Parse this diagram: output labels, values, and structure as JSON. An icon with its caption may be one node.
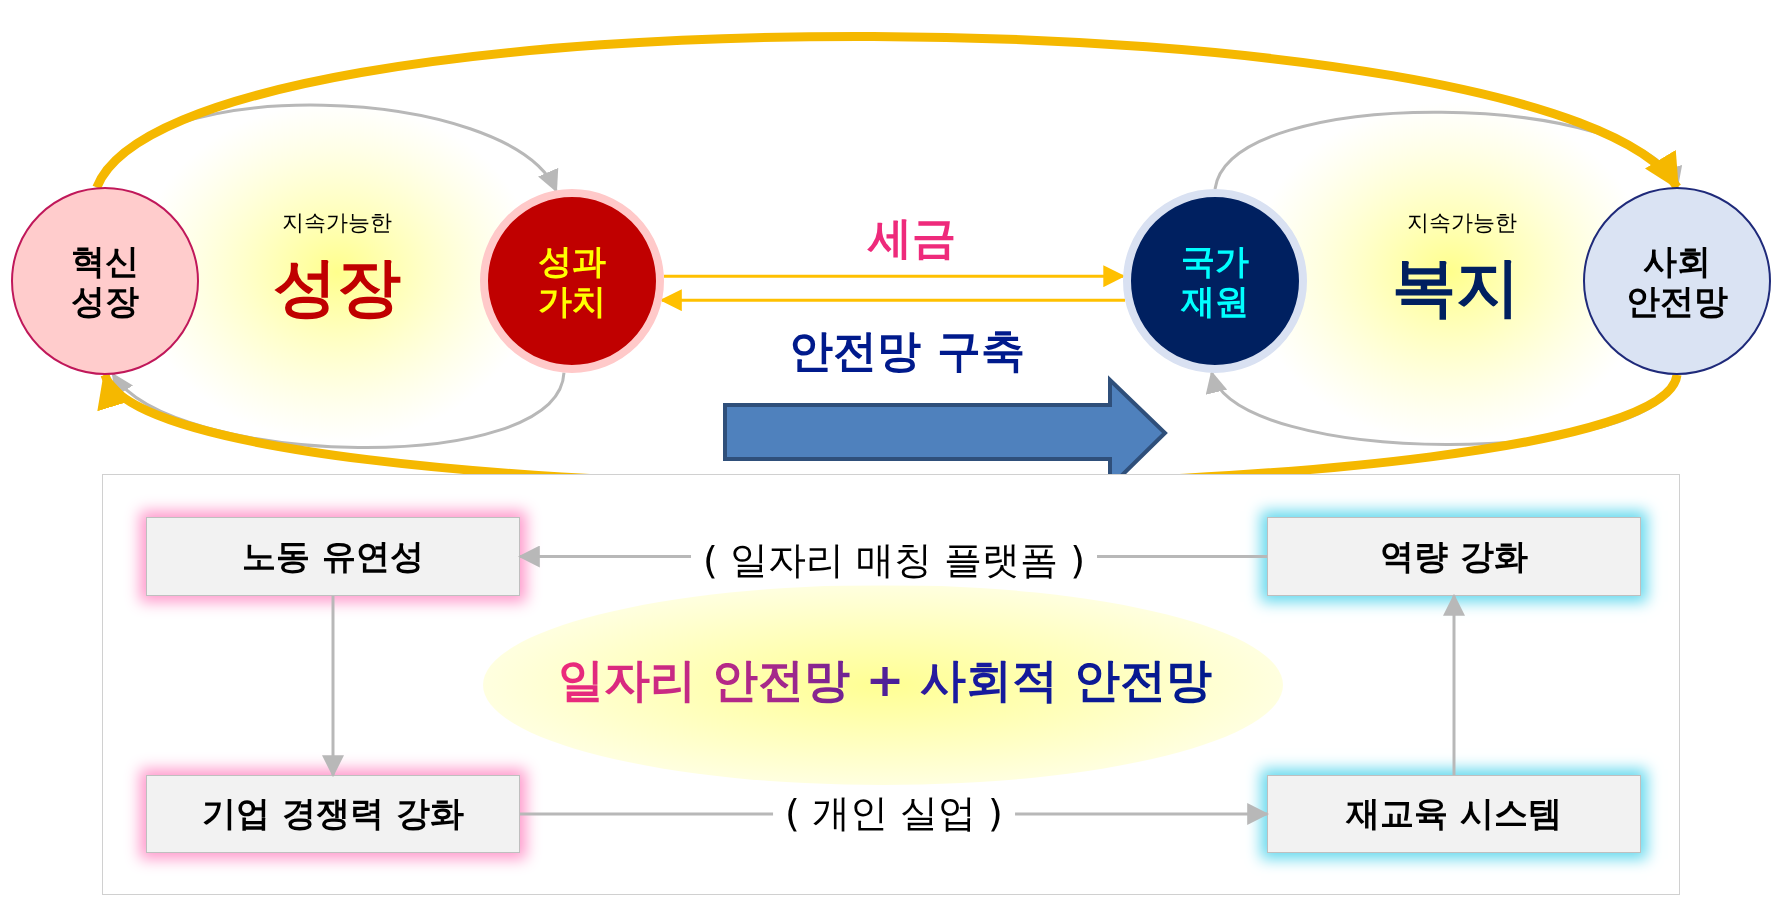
{
  "diagram": {
    "nodes": [
      {
        "text": [
          "혁신 성장"
        ]
      },
      {
        "text": [
          "성과 가치"
        ]
      },
      {
        "text": [
          "국가 재원"
        ]
      },
      {
        "text": [
          "사회 안전망"
        ]
      },
      {
        "text": [
          "일자리 안전망 + 사회적 안전망"
        ]
      },
      {
        "text": [
          "노동 유연성"
        ],
        "in": 4
      },
      {
        "text": [
          "역량 강화"
        ],
        "in": 4
      },
      {
        "text": [
          "기업 경쟁력 강화"
        ],
        "in": 4
      },
      {
        "text": [
          "재교육 시스템"
        ],
        "in": 4
      }
    ],
    "edges": [
      {
        "from": 0,
        "to": 1,
        "arrow": "to"
      },
      {
        "from": 1,
        "to": 0,
        "arrow": "to"
      },
      {
        "from": 2,
        "to": 3,
        "arrow": "to"
      },
      {
        "from": 3,
        "to": 2,
        "arrow": "to"
      },
      {
        "from": 0,
        "to": 3,
        "arrow": "to",
        "style": "thick",
        "color": "#f5b800"
      },
      {
        "from": 3,
        "to": 0,
        "arrow": "to",
        "style": "thick",
        "color": "#f5b800"
      },
      {
        "from": 1,
        "to": 2,
        "arrow": "to",
        "label": "세금",
        "color": "#ffc000"
      },
      {
        "from": 2,
        "to": 1,
        "arrow": "to",
        "label": "안전망 구축",
        "color": "#ffc000"
      },
      {
        "from": 6,
        "to": 5,
        "arrow": "to",
        "label": "( 일자리 매칭 플랫폼 )"
      },
      {
        "from": 5,
        "to": 7,
        "arrow": "to"
      },
      {
        "from": 7,
        "to": 8,
        "arrow": "to",
        "label": "( 개인 실업 )"
      },
      {
        "from": 8,
        "to": 6,
        "arrow": "to"
      }
    ],
    "labels": [
      "지속가능한",
      "성장",
      "지속가능한",
      "복지"
    ]
  }
}
